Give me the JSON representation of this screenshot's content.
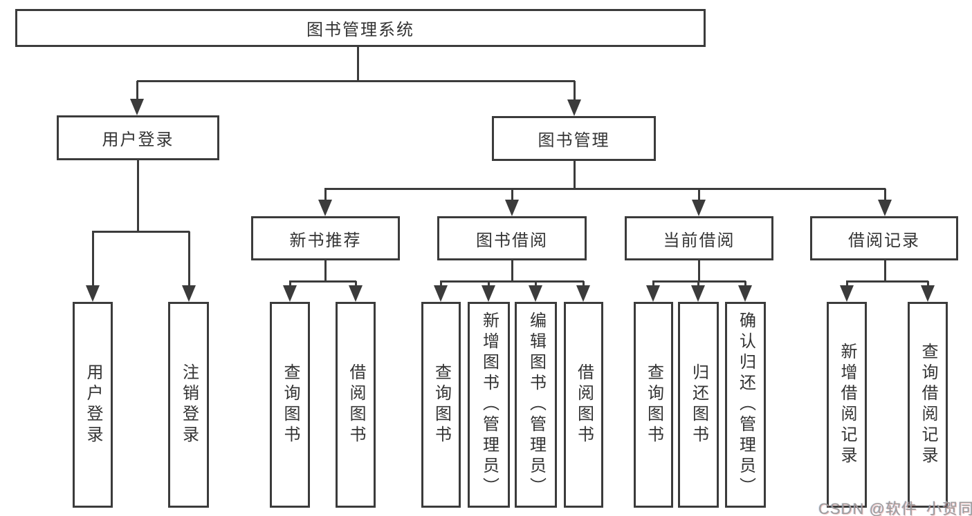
{
  "diagram": {
    "root": {
      "label": "图书管理系统"
    },
    "level2": [
      {
        "label": "用户登录"
      },
      {
        "label": "图书管理"
      }
    ],
    "level3": [
      {
        "label": "新书推荐"
      },
      {
        "label": "图书借阅"
      },
      {
        "label": "当前借阅"
      },
      {
        "label": "借阅记录"
      }
    ],
    "leaves": [
      {
        "label": "用户登录"
      },
      {
        "label": "注销登录"
      },
      {
        "label": "查询图书"
      },
      {
        "label": "借阅图书"
      },
      {
        "label": "查询图书"
      },
      {
        "label": "新增图书（管理员）"
      },
      {
        "label": "编辑图书（管理员）"
      },
      {
        "label": "借阅图书"
      },
      {
        "label": "查询图书"
      },
      {
        "label": "归还图书"
      },
      {
        "label": "确认归还（管理员）"
      },
      {
        "label": "新增借阅记录"
      },
      {
        "label": "查询借阅记录"
      }
    ]
  },
  "watermark": {
    "text": "CSDN @软件_小贺同学"
  },
  "colors": {
    "line": "#3b3b3b",
    "text": "#333333",
    "watermark": "#9c9c9c",
    "background": "#ffffff"
  }
}
